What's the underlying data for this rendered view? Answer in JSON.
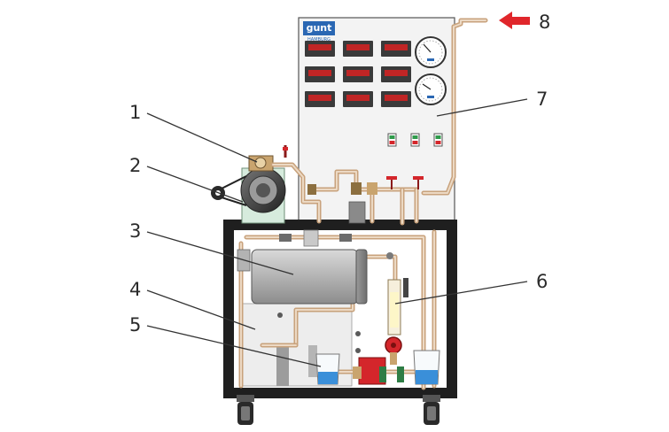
{
  "brand": {
    "logo_text": "gunt",
    "logo_sub": "HAMBURG"
  },
  "callouts": [
    {
      "id": "1",
      "text": "1"
    },
    {
      "id": "2",
      "text": "2"
    },
    {
      "id": "3",
      "text": "3"
    },
    {
      "id": "4",
      "text": "4"
    },
    {
      "id": "5",
      "text": "5"
    },
    {
      "id": "6",
      "text": "6"
    },
    {
      "id": "7",
      "text": "7"
    },
    {
      "id": "8",
      "text": "8"
    }
  ],
  "colors": {
    "frame": "#1f1f1f",
    "panel": "#f2f2f2",
    "pipe": "#c8a27c",
    "tank": "#b9b9b9",
    "water": "#3a8fd9",
    "arrow": "#e0262b",
    "valve_red": "#d4262b",
    "pump_green": "#d6ebdd"
  }
}
